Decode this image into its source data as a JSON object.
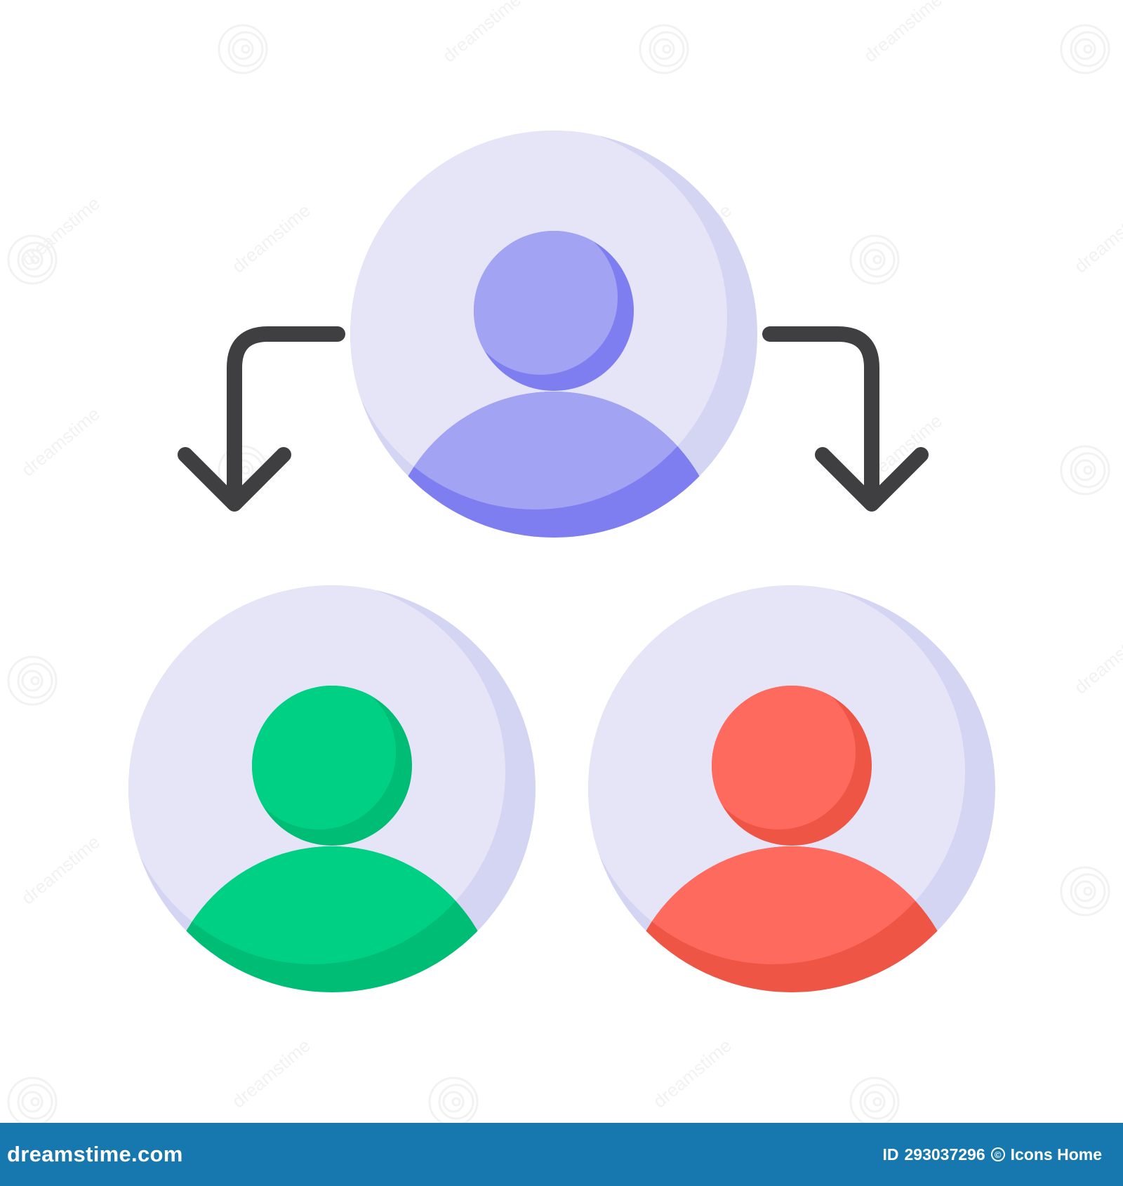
{
  "colors": {
    "background": "#ffffff",
    "circle_light": "#e5e5f7",
    "circle_shade": "#d4d4f3",
    "user_main_head": "#a3a3f4",
    "user_main_shade": "#7e7ef0",
    "user_left_head": "#00d084",
    "user_left_shade": "#00bd75",
    "user_right_head": "#fe6a5d",
    "user_right_shade": "#ef5544",
    "arrow": "#3f3f42",
    "footer_bg": "#1778b0",
    "watermark": "#e8e8e8"
  },
  "icons": {
    "top_user": "user-avatar-purple-icon",
    "left_user": "user-avatar-green-icon",
    "right_user": "user-avatar-red-icon",
    "left_arrow": "down-left-branch-arrow-icon",
    "right_arrow": "down-right-branch-arrow-icon",
    "watermark": "dreamstime-spiral-watermark-icon"
  },
  "watermark": {
    "text": "dreamstime"
  },
  "footer": {
    "brand": "dreamstime.com",
    "id_label": "ID",
    "id_value": "293037296",
    "author": "Icons Home"
  }
}
